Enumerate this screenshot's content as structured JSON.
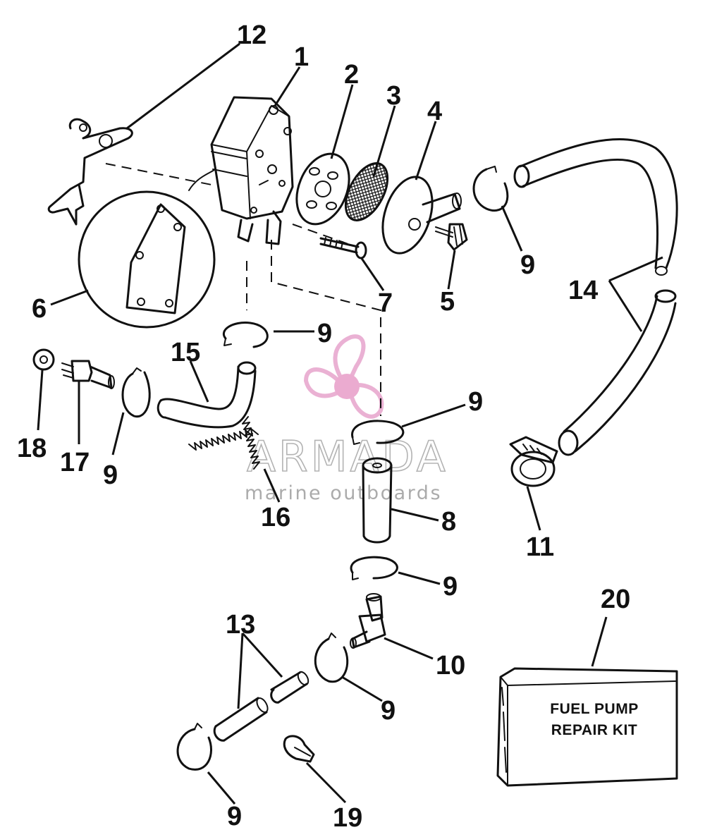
{
  "diagram": {
    "callouts": {
      "c1": "1",
      "c2": "2",
      "c3": "3",
      "c4": "4",
      "c5": "5",
      "c6": "6",
      "c7": "7",
      "c8": "8",
      "c9a": "9",
      "c9b": "9",
      "c9c": "9",
      "c9d": "9",
      "c9e": "9",
      "c9f": "9",
      "c9g": "9",
      "c10": "10",
      "c11": "11",
      "c12": "12",
      "c13": "13",
      "c14": "14",
      "c15": "15",
      "c16": "16",
      "c17": "17",
      "c18": "18",
      "c19": "19",
      "c20": "20"
    },
    "repair_kit": {
      "line1": "FUEL PUMP",
      "line2": "REPAIR KIT"
    }
  },
  "watermark": {
    "brand": "ARMADA",
    "tagline": "marine outboards",
    "logo_color": "#e8a9cf",
    "hub_color": "#e9a3cb",
    "icon": "propeller-icon"
  }
}
